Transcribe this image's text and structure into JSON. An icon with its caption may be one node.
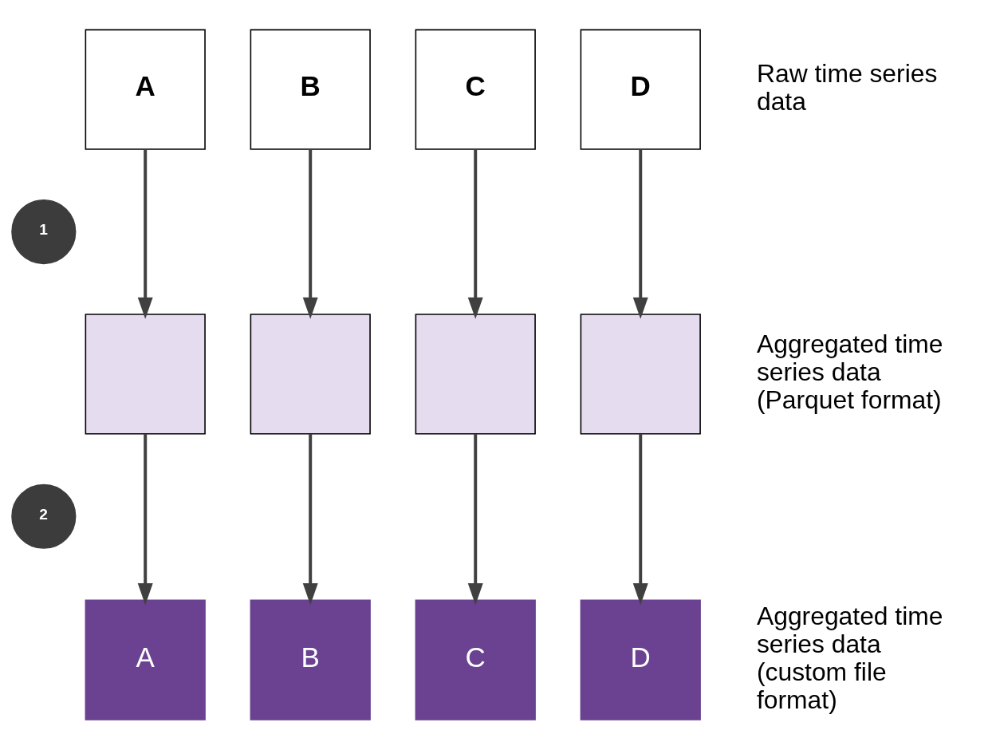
{
  "diagram": {
    "nodes": [
      {
        "text": [
          "A"
        ]
      },
      {
        "text": [
          "B"
        ]
      },
      {
        "text": [
          "C"
        ]
      },
      {
        "text": [
          "D"
        ]
      },
      {
        "text": [
          "1"
        ]
      },
      {
        "text": [],
        "shape": "box"
      },
      {
        "text": [],
        "shape": "box"
      },
      {
        "text": [],
        "shape": "box"
      },
      {
        "text": [],
        "shape": "box"
      },
      {
        "text": [
          "2"
        ]
      },
      {
        "text": [
          "A"
        ]
      },
      {
        "text": [
          "B"
        ]
      },
      {
        "text": [
          "C"
        ]
      },
      {
        "text": [
          "D"
        ]
      }
    ],
    "edges": [
      {
        "from": 0,
        "to": 5,
        "arrow": "to"
      },
      {
        "from": 1,
        "to": 6,
        "arrow": "to"
      },
      {
        "from": 2,
        "to": 7,
        "arrow": "to"
      },
      {
        "from": 3,
        "to": 8,
        "arrow": "to"
      },
      {
        "from": 5,
        "to": 10,
        "arrow": "to"
      },
      {
        "from": 6,
        "to": 11,
        "arrow": "to"
      },
      {
        "from": 7,
        "to": 12,
        "arrow": "to"
      },
      {
        "from": 8,
        "to": 13,
        "arrow": "to"
      }
    ],
    "labels": [
      "Raw time series data",
      "Aggregated time series data (Parquet format)",
      "Aggregated time series data (custom file format)"
    ]
  }
}
